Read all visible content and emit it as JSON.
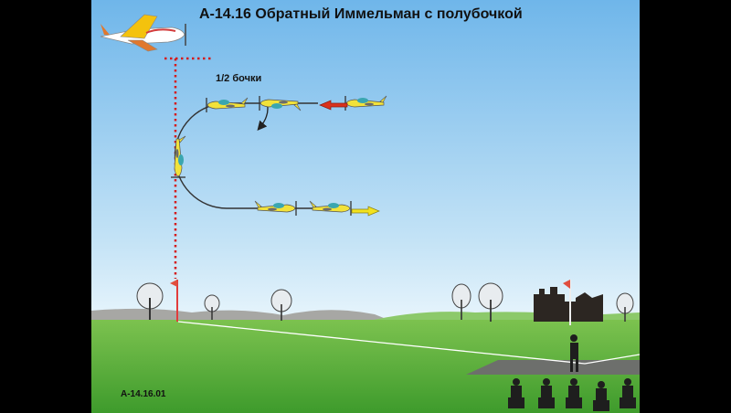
{
  "slide": {
    "title": "А-14.16 Обратный Иммельман с полубочкой",
    "roll_label": "1/2 бочки",
    "code": "А-14.16.01"
  },
  "colors": {
    "sky_top": "#6fb6ea",
    "sky_bottom": "#e3f2fb",
    "grass": "#5ab33c",
    "path": "#333333",
    "guide": "#d41c1c",
    "arrow_entry": "#d9311c",
    "arrow_exit": "#f2e21f",
    "plane_body": "#f2e23a"
  }
}
